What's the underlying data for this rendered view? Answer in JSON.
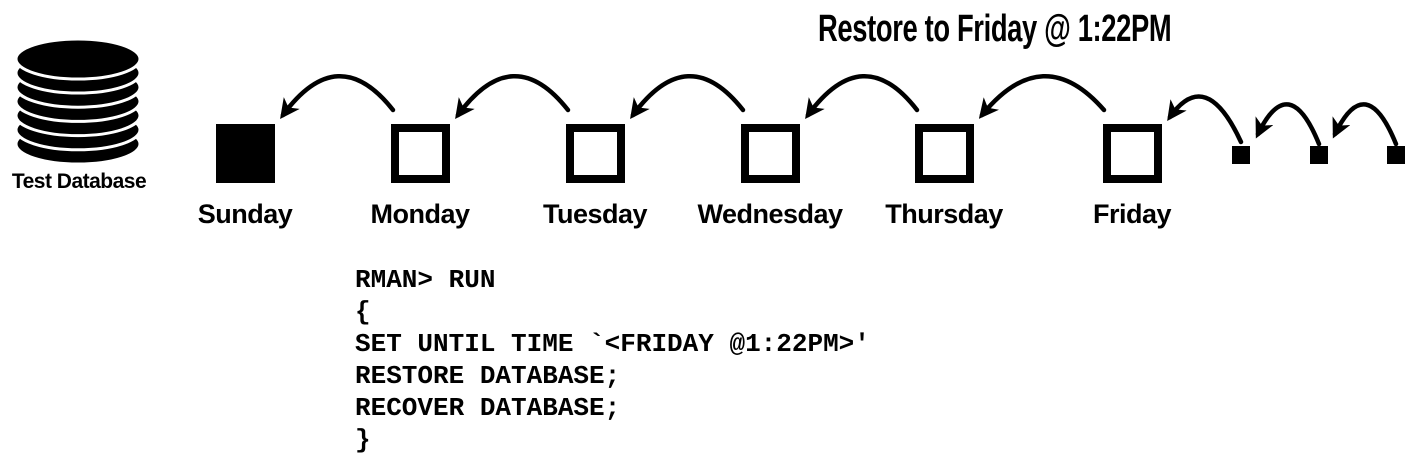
{
  "title": "Restore to Friday @ 1:22PM",
  "database": {
    "label": "Test Database"
  },
  "timeline": {
    "days": [
      {
        "label": "Sunday",
        "filled": true
      },
      {
        "label": "Monday",
        "filled": false
      },
      {
        "label": "Tuesday",
        "filled": false
      },
      {
        "label": "Wednesday",
        "filled": false
      },
      {
        "label": "Thursday",
        "filled": false
      },
      {
        "label": "Friday",
        "filled": false
      }
    ],
    "small_backup_squares_count": 3
  },
  "code": {
    "lines": [
      "RMAN> RUN",
      "{",
      "SET UNTIL TIME `<FRIDAY @1:22PM>'",
      "RESTORE DATABASE;",
      "RECOVER DATABASE;",
      "}"
    ]
  },
  "colors": {
    "ink": "#000000",
    "background": "#ffffff"
  }
}
